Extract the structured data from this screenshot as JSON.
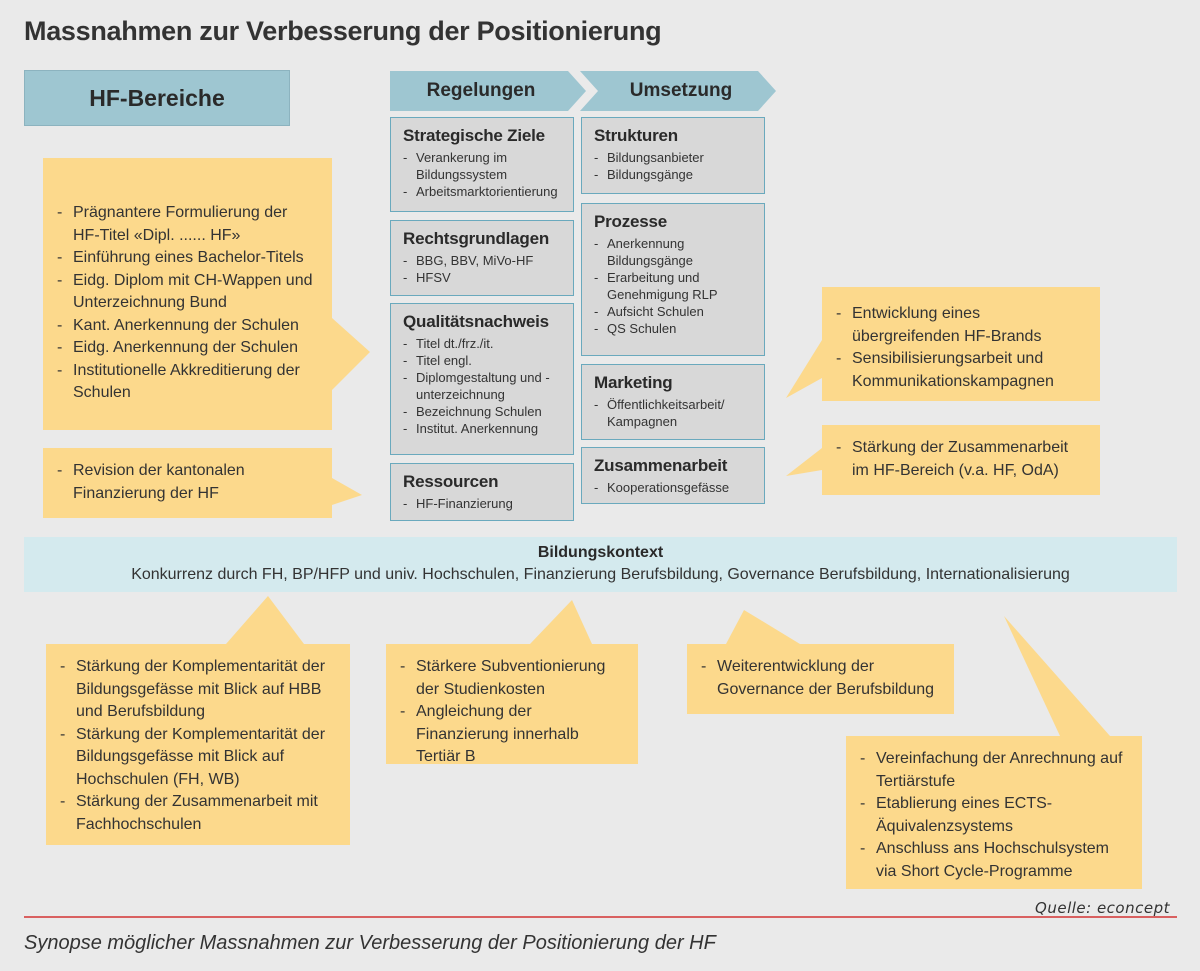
{
  "title": "Massnahmen zur Verbesserung der Positionierung",
  "hf_header": "HF-Bereiche",
  "columns": {
    "regelungen": "Regelungen",
    "umsetzung": "Umsetzung"
  },
  "regelungen_boxes": [
    {
      "title": "Strategische Ziele",
      "items": [
        "Verankerung im Bildungssystem",
        "Arbeitsmarktorientierung"
      ]
    },
    {
      "title": "Rechtsgrundlagen",
      "items": [
        "BBG, BBV, MiVo-HF",
        "HFSV"
      ]
    },
    {
      "title": "Qualitätsnachweis",
      "items": [
        "Titel dt./frz./it.",
        "Titel engl.",
        "Diplomgestaltung und -unterzeichnung",
        "Bezeichnung Schulen",
        "Institut. Anerkennung"
      ]
    },
    {
      "title": "Ressourcen",
      "items": [
        "HF-Finanzierung"
      ]
    }
  ],
  "umsetzung_boxes": [
    {
      "title": "Strukturen",
      "items": [
        "Bildungsanbieter",
        "Bildungsgänge"
      ]
    },
    {
      "title": "Prozesse",
      "items": [
        "Anerkennung Bildungsgänge",
        "Erarbeitung und Genehmigung RLP",
        "Aufsicht Schulen",
        "QS Schulen"
      ]
    },
    {
      "title": "Marketing",
      "items": [
        "Öffentlichkeitsarbeit/ Kampagnen"
      ]
    },
    {
      "title": "Zusammenarbeit",
      "items": [
        "Kooperationsgefässe"
      ]
    }
  ],
  "bubbles": {
    "left_top": [
      "Prägnantere Formulierung der HF-Titel «Dipl. ...... HF»",
      "Einführung eines Bachelor-Titels",
      "Eidg. Diplom mit CH-Wappen und Unterzeichnung Bund",
      "Kant. Anerkennung der Schulen",
      "Eidg. Anerkennung der Schulen",
      "Institutionelle Akkreditierung der Schulen"
    ],
    "left_bottom": [
      "Revision der kantonalen Finanzierung der HF"
    ],
    "right_top": [
      "Entwicklung eines übergreifenden HF-Brands",
      "Sensibilisierungsarbeit und Kommunikationskampagnen"
    ],
    "right_bottom": [
      "Stärkung der Zusammenarbeit im HF-Bereich (v.a. HF, OdA)"
    ],
    "bottom_1": [
      "Stärkung der Komplementarität der Bildungsgefässe mit Blick auf HBB und Berufsbildung",
      "Stärkung der Komplementarität der Bildungsgefässe mit Blick auf Hochschulen (FH, WB)",
      "Stärkung der Zusammenarbeit mit Fachhochschulen"
    ],
    "bottom_2": [
      "Stärkere Subventionierung der Studienkosten",
      "Angleichung der Finanzierung innerhalb Tertiär B"
    ],
    "bottom_3": [
      "Weiterentwicklung der Governance der Berufsbildung"
    ],
    "bottom_4": [
      "Vereinfachung der Anrechnung auf Tertiärstufe",
      "Etablierung eines ECTS-Äquivalenzsystems",
      "Anschluss ans Hochschulsystem via Short Cycle-Programme"
    ]
  },
  "context": {
    "title": "Bildungskontext",
    "text": "Konkurrenz durch FH, BP/HFP und univ. Hochschulen, Finanzierung Berufsbildung, Governance Berufsbildung, Internationalisierung"
  },
  "source": "Quelle: econcept",
  "caption": "Synopse möglicher Massnahmen zur Verbesserung der Positionierung der HF",
  "colors": {
    "bubble": "#fcd98c",
    "header_blue": "#9ec6d1",
    "context_bg": "#d4eaee",
    "rule_box": "#d8d8d8",
    "rule_line": "#d96060"
  }
}
